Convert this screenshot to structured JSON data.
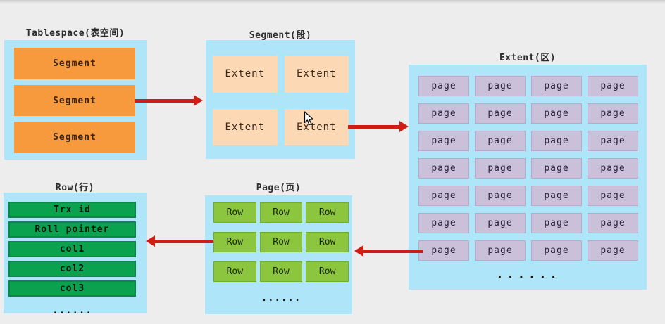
{
  "colors": {
    "background": "#ededed",
    "container_blue": "#aee5f9",
    "segment_orange": "#f79a3d",
    "extent_peach": "#fcd9b4",
    "page_purple": "#cbc0da",
    "row_green": "#8cc63f",
    "field_green": "#0ba24f",
    "arrow_red": "#cf1d15"
  },
  "tablespace": {
    "title": "Tablespace(表空间)",
    "segments": {
      "count": 3,
      "label": "Segment"
    }
  },
  "segment": {
    "title": "Segment(段)",
    "extents": {
      "count": 4,
      "label": "Extent"
    }
  },
  "extent": {
    "title": "Extent(区)",
    "pages": {
      "count": 28,
      "label": "page"
    },
    "ellipsis": "......"
  },
  "page": {
    "title": "Page(页)",
    "rows": {
      "count": 9,
      "label": "Row"
    },
    "ellipsis": "......"
  },
  "row": {
    "title": "Row(行)",
    "fields": [
      "Trx id",
      "Roll pointer",
      "col1",
      "col2",
      "col3"
    ],
    "ellipsis": "......"
  }
}
